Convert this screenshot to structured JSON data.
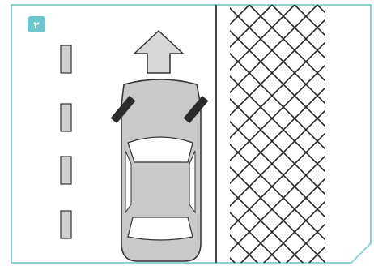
{
  "badge": {
    "label": "۲"
  },
  "colors": {
    "frame": "#8fd3d6",
    "badge_bg": "#6cc6cb",
    "badge_text": "#ffffff",
    "car_body": "#c9c9c9",
    "car_outline": "#333333",
    "windows": "#ffffff",
    "mirrors": "#2b2b2b",
    "lane_marks": "#d0d0d0",
    "divider_line": "#444444",
    "crosshatch": "#222222",
    "arrow_fill": "#d9d9d9"
  },
  "icons": {
    "direction": "up-arrow-icon",
    "vehicle": "car-top-view-icon",
    "barrier": "crosshatch-pattern"
  },
  "lane": {
    "dash_count": 4
  }
}
